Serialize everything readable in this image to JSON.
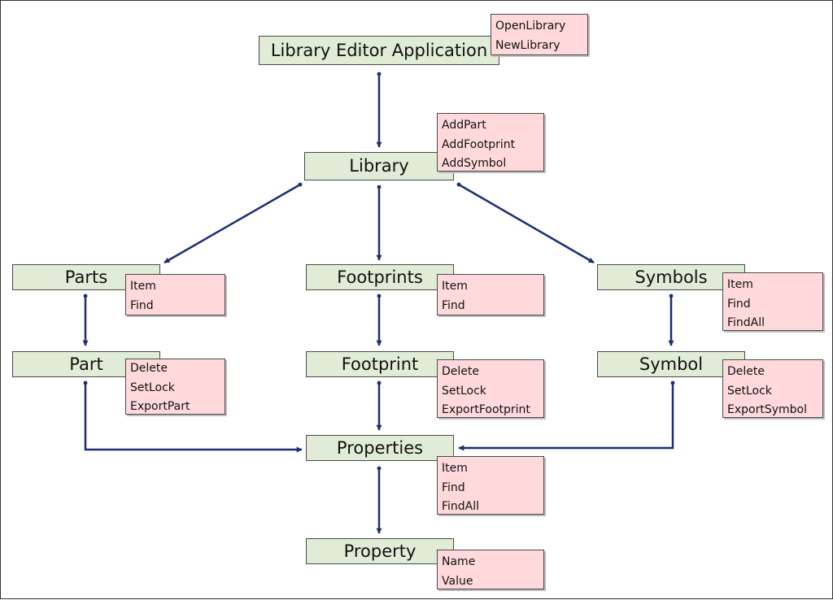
{
  "nodes": {
    "app": "Library Editor Application",
    "library": "Library",
    "parts": "Parts",
    "footprints": "Footprints",
    "symbols": "Symbols",
    "part": "Part",
    "footprint": "Footprint",
    "symbol": "Symbol",
    "properties": "Properties",
    "property": "Property"
  },
  "methods": {
    "app": [
      "OpenLibrary",
      "NewLibrary"
    ],
    "library": [
      "AddPart",
      "AddFootprint",
      "AddSymbol"
    ],
    "parts": [
      "Item",
      "Find"
    ],
    "footprints": [
      "Item",
      "Find"
    ],
    "symbols": [
      "Item",
      "Find",
      "FindAll"
    ],
    "part": [
      "Delete",
      "SetLock",
      "ExportPart"
    ],
    "footprint": [
      "Delete",
      "SetLock",
      "ExportFootprint"
    ],
    "symbol": [
      "Delete",
      "SetLock",
      "ExportSymbol"
    ],
    "properties": [
      "Item",
      "Find",
      "FindAll"
    ],
    "property": [
      "Name",
      "Value"
    ]
  },
  "edges": [
    {
      "from": "app",
      "to": "library"
    },
    {
      "from": "library",
      "to": "parts"
    },
    {
      "from": "library",
      "to": "footprints"
    },
    {
      "from": "library",
      "to": "symbols"
    },
    {
      "from": "parts",
      "to": "part"
    },
    {
      "from": "footprints",
      "to": "footprint"
    },
    {
      "from": "symbols",
      "to": "symbol"
    },
    {
      "from": "part",
      "to": "properties"
    },
    {
      "from": "footprint",
      "to": "properties"
    },
    {
      "from": "symbol",
      "to": "properties"
    },
    {
      "from": "properties",
      "to": "property"
    }
  ],
  "colors": {
    "class_fill": "#e0ecd5",
    "method_fill": "#ffd9db",
    "edge": "#1a2f6e"
  }
}
